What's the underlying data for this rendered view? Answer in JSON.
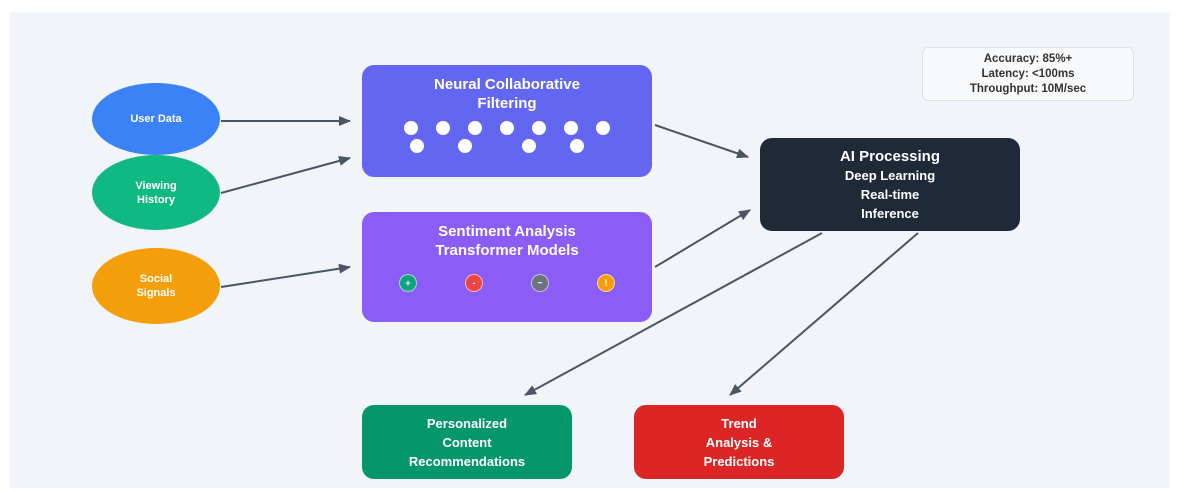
{
  "inputs": {
    "user_data": "User Data",
    "viewing_history": [
      "Viewing",
      "History"
    ],
    "social_signals": [
      "Social",
      "Signals"
    ]
  },
  "ncf": {
    "title": [
      "Neural Collaborative",
      "Filtering"
    ]
  },
  "sentiment": {
    "title": [
      "Sentiment Analysis",
      "Transformer Models"
    ],
    "indicators": [
      {
        "symbol": "+",
        "color": "#10a37f"
      },
      {
        "symbol": "-",
        "color": "#ef4444"
      },
      {
        "symbol": "~",
        "color": "#6b7280"
      },
      {
        "symbol": "!",
        "color": "#f59e0b"
      }
    ]
  },
  "ai": {
    "title": "AI Processing",
    "lines": [
      "Deep Learning",
      "Real-time",
      "Inference"
    ]
  },
  "outputs": {
    "recommendations": [
      "Personalized",
      "Content",
      "Recommendations"
    ],
    "trends": [
      "Trend",
      "Analysis &",
      "Predictions"
    ]
  },
  "metrics": [
    "Accuracy: 85%+",
    "Latency: <100ms",
    "Throughput: 10M/sec"
  ],
  "colors": {
    "user_data": "#3b82f6",
    "viewing_history": "#10b981",
    "social_signals": "#f59e0b",
    "ncf": "#6366f1",
    "sentiment": "#8b5cf6",
    "ai": "#1f2937",
    "recommendations": "#059669",
    "trends": "#dc2626",
    "arrow": "#4b5563"
  }
}
